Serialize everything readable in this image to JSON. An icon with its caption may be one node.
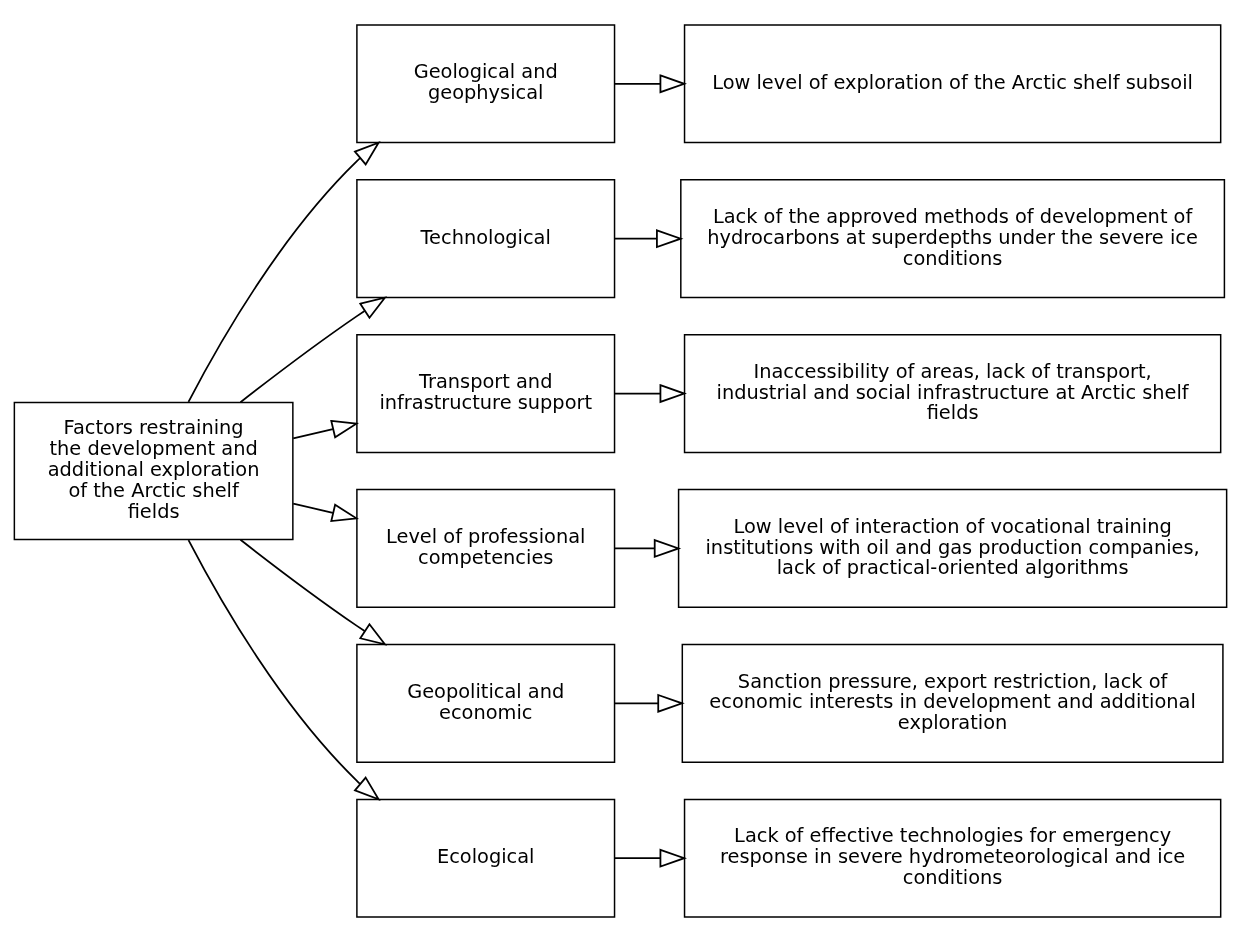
{
  "diagram": {
    "nodes": [
      {
        "text": [
          "Factors restraining the development and additional exploration of the Arctic shelf fields"
        ]
      },
      {
        "text": [
          "Geological and geophysical"
        ]
      },
      {
        "text": [
          "Low level of exploration of the Arctic shelf subsoil"
        ]
      },
      {
        "text": [
          "Technological"
        ]
      },
      {
        "text": [
          "Lack of the approved methods of development of hydrocarbons at superdepths under the severe ice conditions"
        ]
      },
      {
        "text": [
          "Transport and infrastructure support"
        ]
      },
      {
        "text": [
          "Inaccessibility of areas, lack of transport, industrial and social infrastructure at Arctic shelf fields"
        ]
      },
      {
        "text": [
          "Level of professional competencies"
        ]
      },
      {
        "text": [
          "Low level of interaction of vocational training institutions with oil and gas production companies, lack of practical-oriented algorithms"
        ]
      },
      {
        "text": [
          "Geopolitical and economic"
        ]
      },
      {
        "text": [
          "Sanction pressure, export restriction, lack of economic interests in development and additional exploration"
        ]
      },
      {
        "text": [
          "Ecological"
        ]
      },
      {
        "text": [
          "Lack of effective technologies for emergency response in severe hydrometeorological and ice conditions"
        ]
      }
    ],
    "edges": [
      {
        "from": 0,
        "to": 1,
        "arrow": "to"
      },
      {
        "from": 0,
        "to": 3,
        "arrow": "to"
      },
      {
        "from": 0,
        "to": 5,
        "arrow": "to"
      },
      {
        "from": 0,
        "to": 7,
        "arrow": "to"
      },
      {
        "from": 0,
        "to": 9,
        "arrow": "to"
      },
      {
        "from": 0,
        "to": 11,
        "arrow": "to"
      },
      {
        "from": 1,
        "to": 2,
        "arrow": "to"
      },
      {
        "from": 3,
        "to": 4,
        "arrow": "to"
      },
      {
        "from": 5,
        "to": 6,
        "arrow": "to"
      },
      {
        "from": 7,
        "to": 8,
        "arrow": "to"
      },
      {
        "from": 9,
        "to": 10,
        "arrow": "to"
      },
      {
        "from": 11,
        "to": 12,
        "arrow": "to"
      }
    ]
  }
}
